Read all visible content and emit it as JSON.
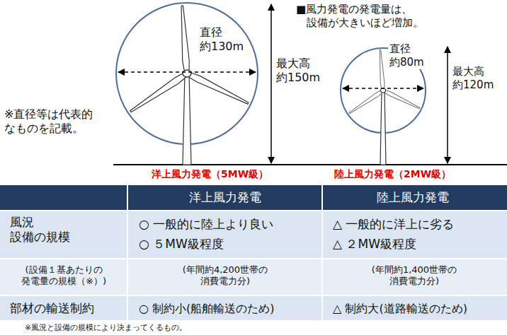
{
  "diagram": {
    "labels": [
      "直径 約130m",
      "最大高 約150m",
      "※直径等は代表的 なものを記載。",
      "■風力発電の発電量は、 設備が大きいほど増加。",
      "直径 約80m",
      "最大高 約120m",
      "洋上風力発電（5MW級）",
      "陸上風力発電（2MW級）",
      "洋上風力発電",
      "陸上風力発電",
      "風況 設備の規模",
      "○ 一般的に陸上より良い",
      "○ ５MW級程度",
      "△ 一般的に洋上に劣る",
      "△ ２MW級程度",
      "(設備１基あたりの 発電量の規模（※）)",
      "(年間約4,200世帯の 消費電力分)",
      "(年間約1,400世帯の 消費電力分)",
      "部材の輸送制約",
      "○ 制約小(船舶輸送のため)",
      "△ 制約大(道路輸送のため)",
      "※風況と設備の規模により決まってくるもの。"
    ]
  }
}
